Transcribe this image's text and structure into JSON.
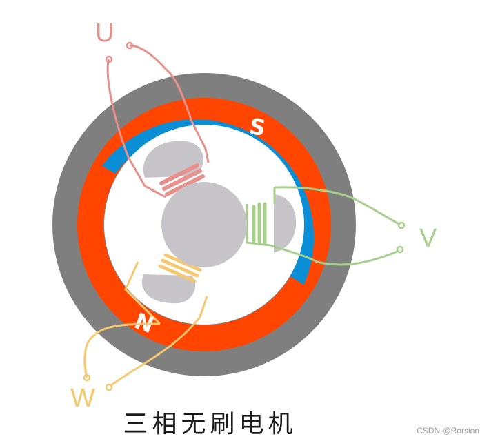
{
  "title": "三相无刷电机",
  "credit": "CSDN @Rorsion",
  "poles": {
    "south": "S",
    "north": "N"
  },
  "phases": [
    {
      "label": "U",
      "color": "#e8908c"
    },
    {
      "label": "V",
      "color": "#a8d08d"
    },
    {
      "label": "W",
      "color": "#f5c971"
    }
  ],
  "colors": {
    "stator": "#7f7f7f",
    "south_pole": "#0a8fd6",
    "north_pole": "#ff4500",
    "rotor_core": "#c7c5c9"
  }
}
